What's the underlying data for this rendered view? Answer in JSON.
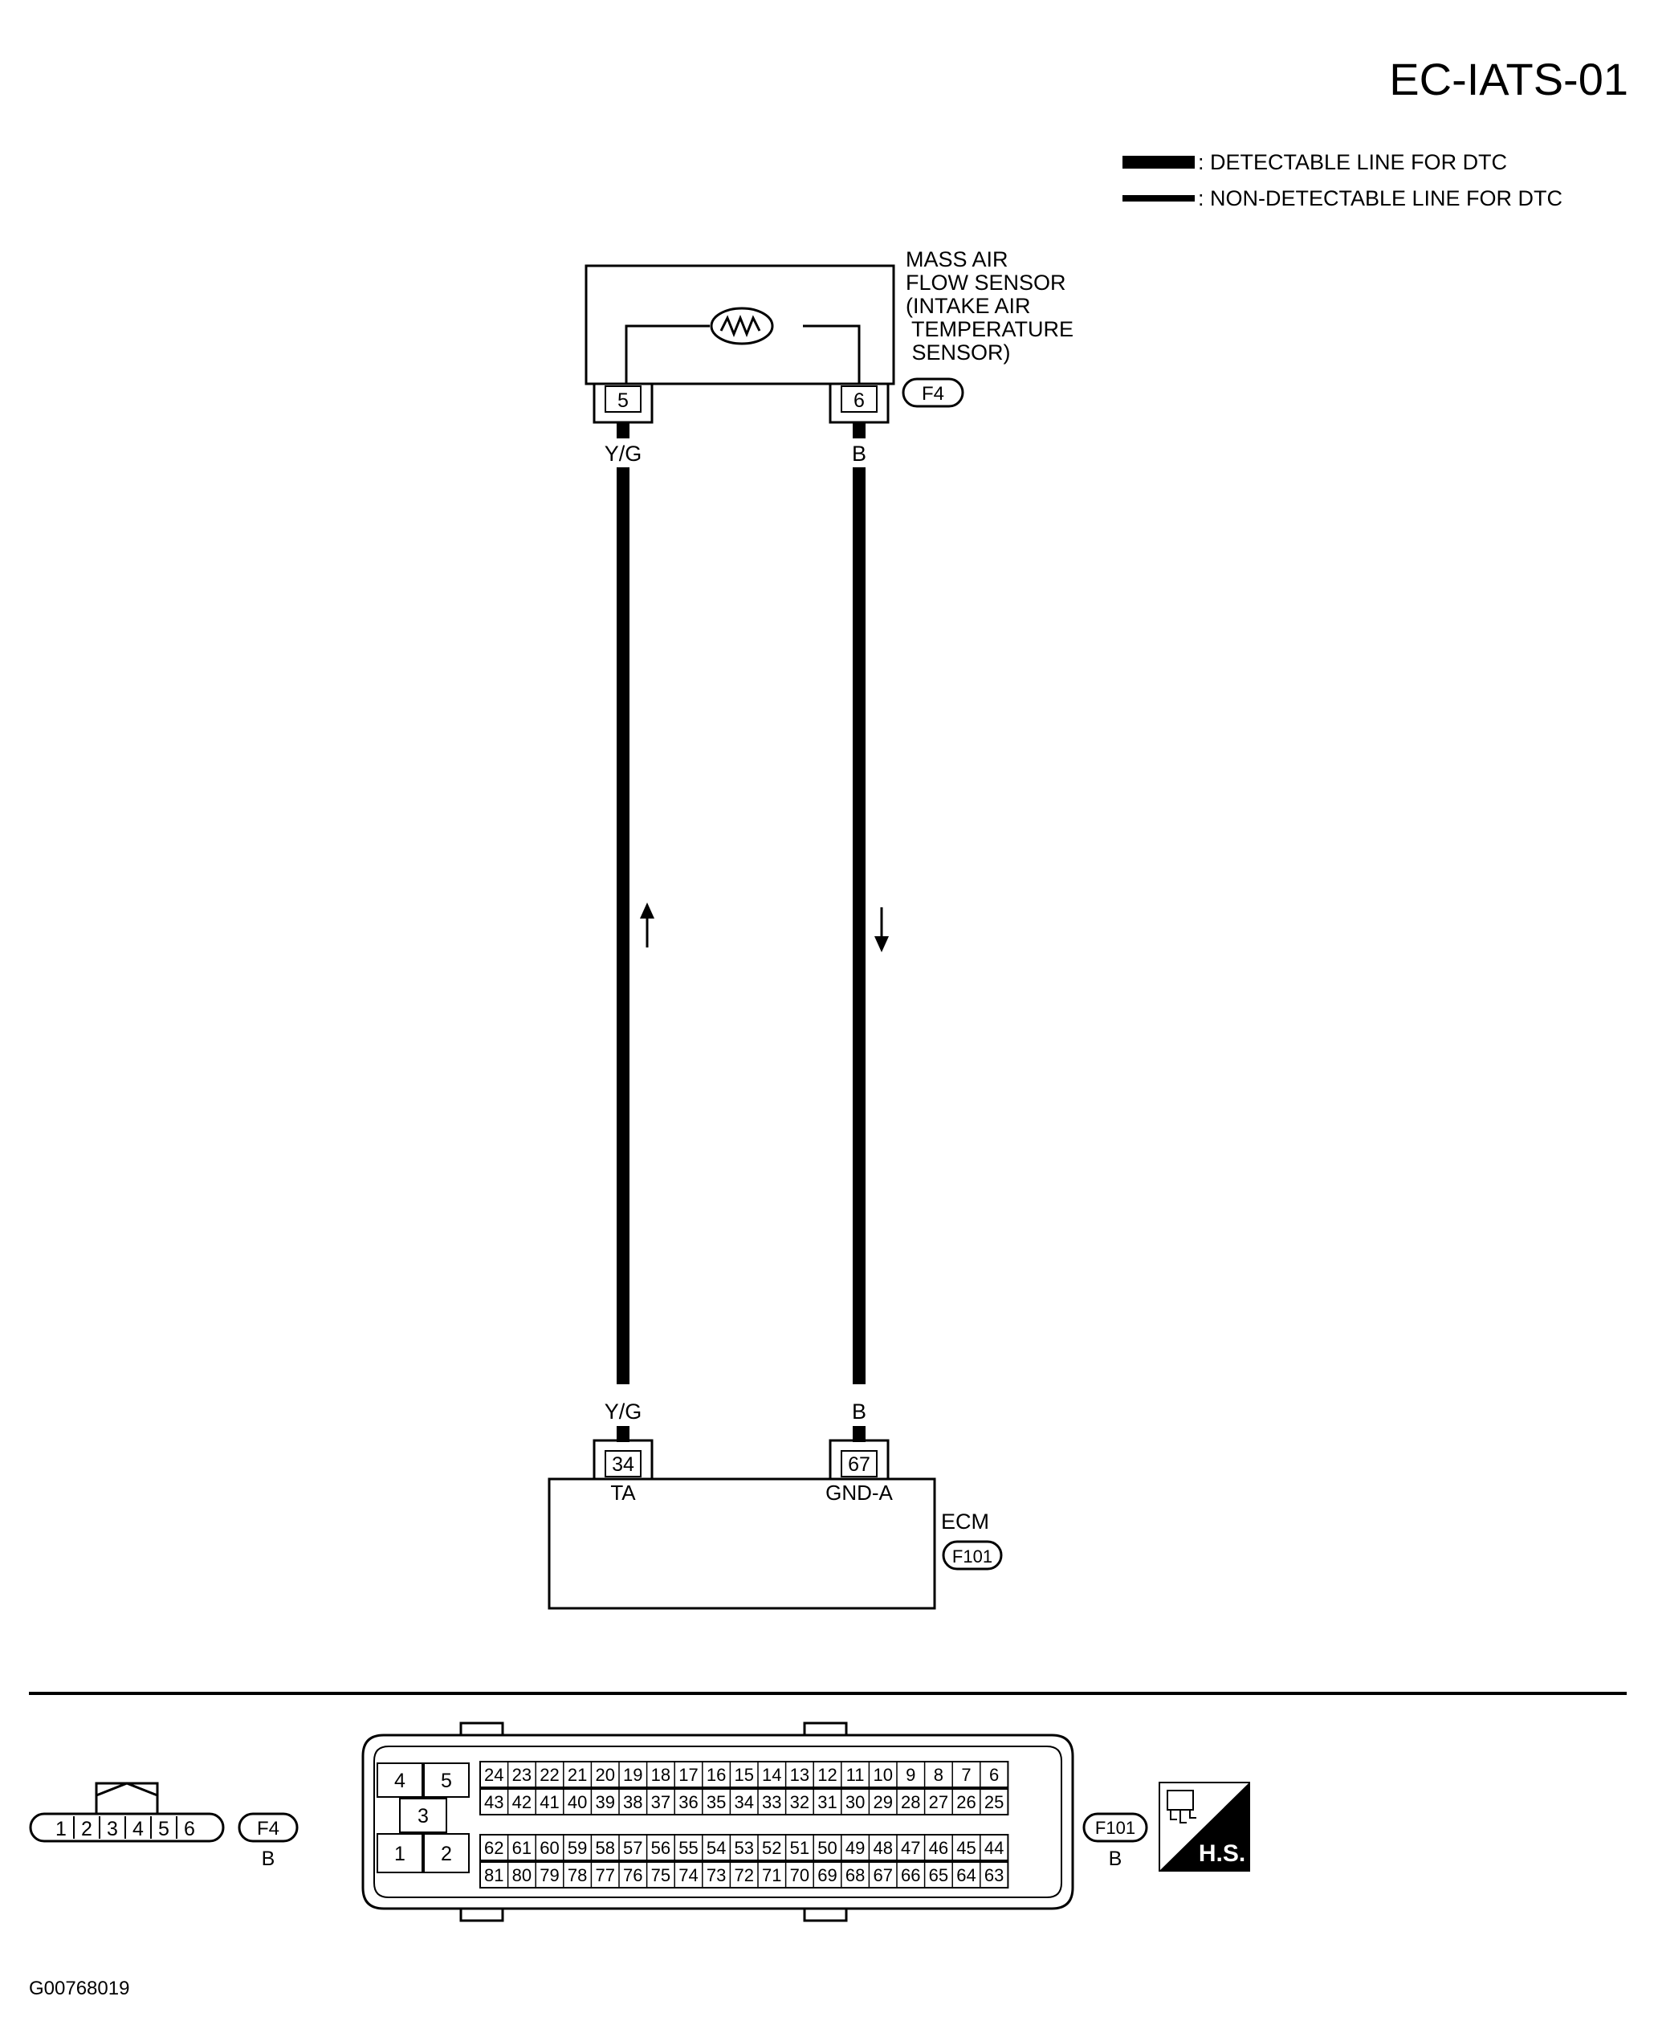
{
  "page_id": "EC-IATS-01",
  "legend": {
    "detectable": ": DETECTABLE LINE FOR DTC",
    "non_detectable": ": NON-DETECTABLE LINE FOR DTC"
  },
  "sensor": {
    "label_lines": [
      "MASS AIR",
      "FLOW SENSOR",
      "(INTAKE AIR",
      " TEMPERATURE",
      " SENSOR)"
    ],
    "connector_id": "F4",
    "pins": [
      "5",
      "6"
    ]
  },
  "wires": [
    {
      "top_color": "Y/G",
      "bottom_color": "Y/G",
      "direction": "up"
    },
    {
      "top_color": "B",
      "bottom_color": "B",
      "direction": "down"
    }
  ],
  "ecm": {
    "label": "ECM",
    "connector_id": "F101",
    "pins": [
      "34",
      "67"
    ],
    "terminal_names": [
      "TA",
      "GND-A"
    ]
  },
  "connector_views": {
    "f4": {
      "pins": [
        "1",
        "2",
        "3",
        "4",
        "5",
        "6"
      ],
      "id": "F4",
      "color": "B"
    },
    "f101": {
      "id": "F101",
      "color": "B",
      "left_pins": [
        "4",
        "5",
        "3",
        "1",
        "2"
      ],
      "row1": [
        "24",
        "23",
        "22",
        "21",
        "20",
        "19",
        "18",
        "17",
        "16",
        "15",
        "14",
        "13",
        "12",
        "11",
        "10",
        "9",
        "8",
        "7",
        "6"
      ],
      "row2": [
        "43",
        "42",
        "41",
        "40",
        "39",
        "38",
        "37",
        "36",
        "35",
        "34",
        "33",
        "32",
        "31",
        "30",
        "29",
        "28",
        "27",
        "26",
        "25"
      ],
      "row3": [
        "62",
        "61",
        "60",
        "59",
        "58",
        "57",
        "56",
        "55",
        "54",
        "53",
        "52",
        "51",
        "50",
        "49",
        "48",
        "47",
        "46",
        "45",
        "44"
      ],
      "row4": [
        "81",
        "80",
        "79",
        "78",
        "77",
        "76",
        "75",
        "74",
        "73",
        "72",
        "71",
        "70",
        "69",
        "68",
        "67",
        "66",
        "65",
        "64",
        "63"
      ]
    },
    "hs_badge": "H.S."
  },
  "figure_code": "G00768019"
}
